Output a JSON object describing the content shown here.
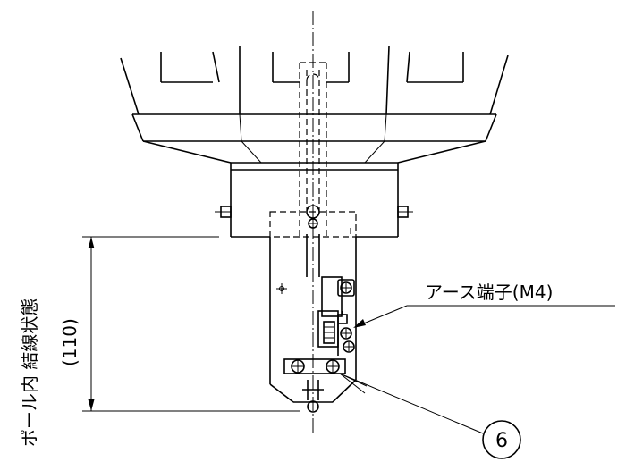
{
  "labels": {
    "earth_terminal": "アース端子(M4)",
    "pole_wiring_line1": "ポール内 結線状態",
    "pole_wiring_line2": "(110)",
    "callout_number": "6"
  }
}
